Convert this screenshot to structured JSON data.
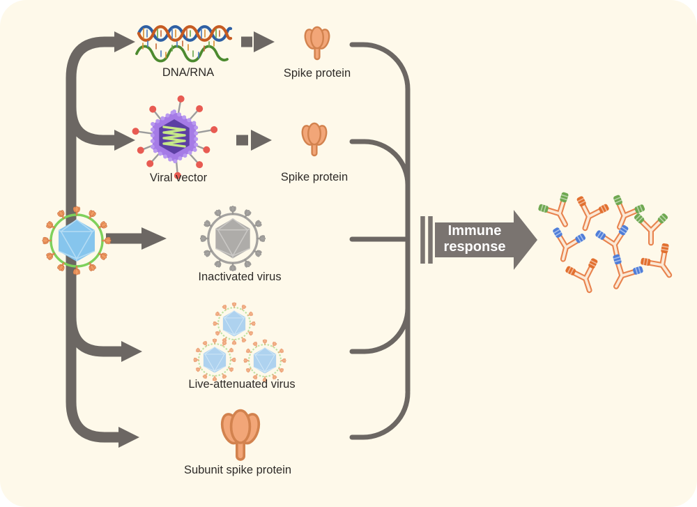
{
  "figure": {
    "type": "vaccine-platforms-diagram"
  },
  "colors": {
    "page": "#FFFFFF",
    "background": "#FEF9EA",
    "connector": "#6C6763",
    "block_arrow": "#7A7470",
    "arrow_text": "#FFFFFF",
    "label_text": "#2D2A27",
    "antibody_outline": "#E8834E",
    "tip_green": "#6FA851",
    "tip_blue": "#4F7ED9",
    "tip_orange": "#E2702F"
  },
  "source": {
    "icon": "coronavirus-icon"
  },
  "branches": [
    {
      "label": "DNA/RNA",
      "icon": "dna-rna-icon",
      "product": {
        "label": "Spike protein",
        "icon": "spike-protein-icon"
      }
    },
    {
      "label": "Viral vector",
      "icon": "viral-vector-icon",
      "product": {
        "label": "Spike protein",
        "icon": "spike-protein-icon"
      }
    },
    {
      "label": "Inactivated virus",
      "icon": "inactivated-virus-icon"
    },
    {
      "label": "Live-attenuated virus",
      "icon": "live-attenuated-virus-icon"
    },
    {
      "label": "Subunit spike protein",
      "icon": "subunit-spike-protein-icon"
    }
  ],
  "outcome": {
    "arrow_label": "Immune response",
    "icon": "antibody-icon",
    "antibody_count": 9,
    "antibody_tip_colors": [
      "green",
      "orange",
      "blue"
    ]
  }
}
